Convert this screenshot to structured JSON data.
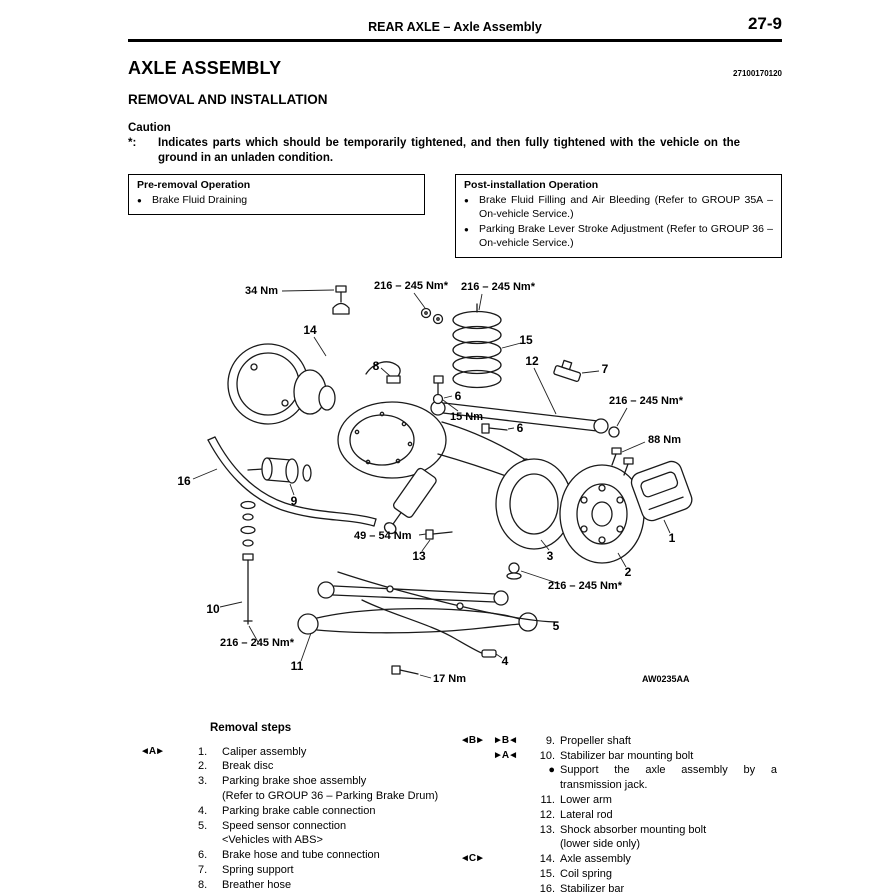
{
  "header": {
    "section_title": "REAR AXLE – Axle Assembly",
    "page_number": "27-9"
  },
  "title": "AXLE ASSEMBLY",
  "doc_code": "27100170120",
  "subtitle": "REMOVAL AND INSTALLATION",
  "caution": {
    "heading": "Caution",
    "marker": "*:",
    "text": "Indicates parts which should be temporarily tightened, and then fully tightened with the vehicle on the ground in an unladen condition."
  },
  "pre_removal_box": {
    "title": "Pre-removal Operation",
    "bullet": "●",
    "items": [
      "Brake Fluid Draining"
    ]
  },
  "post_installation_box": {
    "title": "Post-installation Operation",
    "bullet": "●",
    "items": [
      "Brake Fluid Filling and Air Bleeding (Refer to GROUP 35A – On-vehicle Service.)",
      "Parking Brake Lever Stroke Adjustment (Refer to GROUP 36 – On-vehicle Service.)"
    ]
  },
  "diagram": {
    "figure_code": "AW0235AA",
    "torque": {
      "nm34": "34 Nm",
      "nm216_top_left": "216 – 245 Nm*",
      "nm216_top_right": "216 – 245 Nm*",
      "nm216_lateral_rod": "216 – 245 Nm*",
      "nm216_arm_front": "216 – 245 Nm*",
      "nm216_stabilizer": "216 – 245 Nm*",
      "nm88": "88 Nm",
      "nm15": "15 Nm",
      "nm49_54": "49 – 54 Nm",
      "nm17": "17 Nm"
    },
    "callouts": {
      "c1": "1",
      "c2": "2",
      "c3": "3",
      "c4": "4",
      "c5": "5",
      "c6_hose": "6",
      "c6_tube": "6",
      "c7": "7",
      "c8": "8",
      "c9": "9",
      "c10": "10",
      "c11": "11",
      "c12": "12",
      "c13": "13",
      "c14": "14",
      "c15": "15",
      "c16": "16"
    }
  },
  "removal": {
    "title": "Removal steps",
    "left": [
      {
        "m1": "◄A►",
        "num": "1.",
        "text": "Caliper assembly"
      },
      {
        "m1": "",
        "num": "2.",
        "text": "Break disc"
      },
      {
        "m1": "",
        "num": "3.",
        "text": "Parking brake shoe assembly",
        "cont": "(Refer to GROUP 36 – Parking Brake Drum)"
      },
      {
        "m1": "",
        "num": "4.",
        "text": "Parking brake cable connection"
      },
      {
        "m1": "",
        "num": "5.",
        "text": "Speed sensor connection",
        "cont": "<Vehicles with ABS>"
      },
      {
        "m1": "",
        "num": "6.",
        "text": "Brake hose and tube connection"
      },
      {
        "m1": "",
        "num": "7.",
        "text": "Spring support"
      },
      {
        "m1": "",
        "num": "8.",
        "text": "Breather hose"
      }
    ],
    "right": [
      {
        "m1": "◄B►",
        "m2": "►B◄",
        "num": "9.",
        "text": "Propeller shaft"
      },
      {
        "m1": "",
        "m2": "►A◄",
        "num": "10.",
        "text": "Stabilizer bar mounting bolt"
      },
      {
        "m1": "",
        "m2": "",
        "num": "●",
        "text": "Support the axle assembly by a transmission jack."
      },
      {
        "m1": "",
        "m2": "",
        "num": "11.",
        "text": "Lower arm"
      },
      {
        "m1": "",
        "m2": "",
        "num": "12.",
        "text": "Lateral rod"
      },
      {
        "m1": "",
        "m2": "",
        "num": "13.",
        "text": "Shock absorber mounting bolt",
        "cont": "(lower side only)"
      },
      {
        "m1": "◄C►",
        "m2": "",
        "num": "14.",
        "text": "Axle assembly"
      },
      {
        "m1": "",
        "m2": "",
        "num": "15.",
        "text": "Coil spring"
      },
      {
        "m1": "",
        "m2": "",
        "num": "16.",
        "text": "Stabilizer bar"
      }
    ]
  }
}
